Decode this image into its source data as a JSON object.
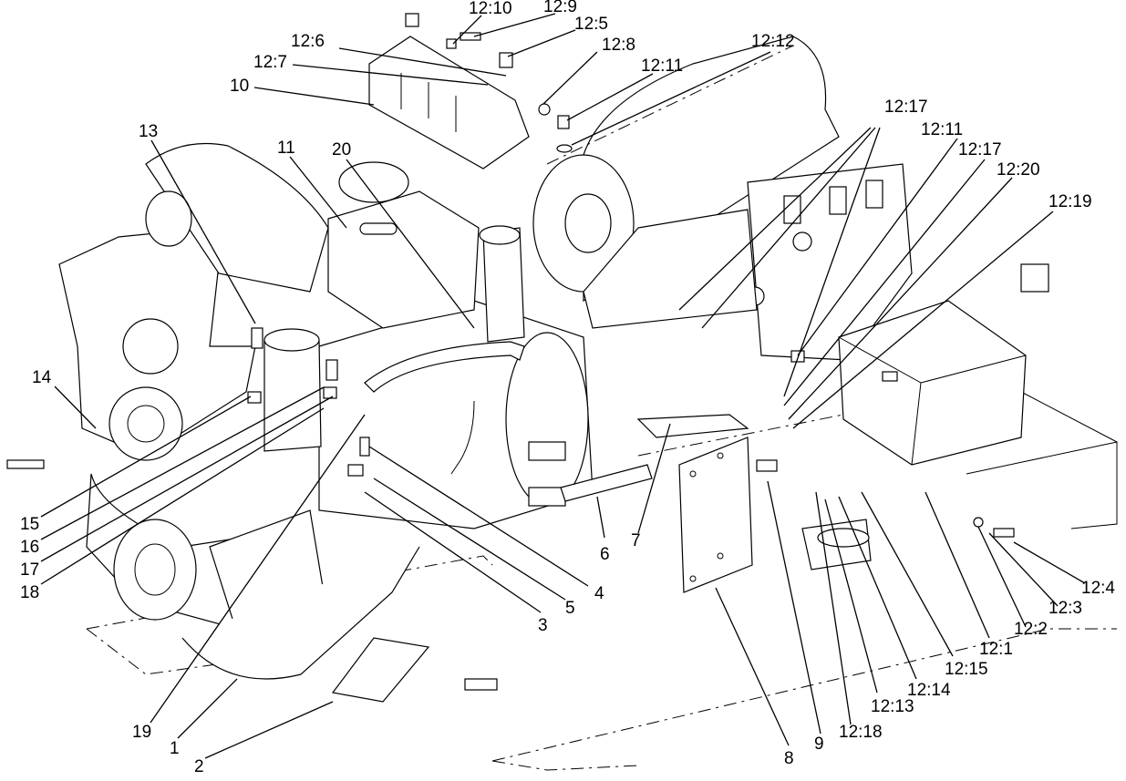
{
  "labels": {
    "l12_10": "12:10",
    "l12_9": "12:9",
    "l12_5": "12:5",
    "l12_6": "12:6",
    "l12_7": "12:7",
    "l12_8": "12:8",
    "l12_11a": "12:11",
    "l12_12": "12:12",
    "l10": "10",
    "l13": "13",
    "l11": "11",
    "l20": "20",
    "l12_17a": "12:17",
    "l12_11b": "12:11",
    "l12_17b": "12:17",
    "l12_20": "12:20",
    "l12_19": "12:19",
    "l14": "14",
    "l15": "15",
    "l16": "16",
    "l17": "17",
    "l18": "18",
    "l19": "19",
    "l1": "1",
    "l2": "2",
    "l3": "3",
    "l4": "4",
    "l5": "5",
    "l6": "6",
    "l7": "7",
    "l8": "8",
    "l9": "9",
    "l12_18": "12:18",
    "l12_13": "12:13",
    "l12_14": "12:14",
    "l12_15": "12:15",
    "l12_1": "12:1",
    "l12_2": "12:2",
    "l12_3": "12:3",
    "l12_4": "12:4"
  }
}
